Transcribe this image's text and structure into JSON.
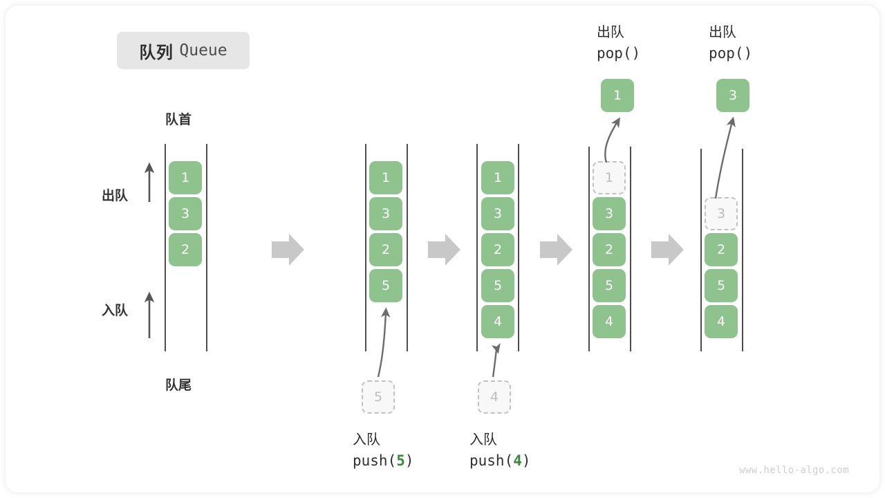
{
  "title": {
    "cn": "队列",
    "en": "Queue"
  },
  "labels": {
    "head": "队首",
    "tail": "队尾",
    "dequeue": "出队",
    "enqueue": "入队"
  },
  "watermark": "www.hello-algo.com",
  "colors": {
    "cell_fill": "#8ec38e",
    "cell_text": "#ffffff",
    "ghost_fill": "#f8f8f8",
    "ghost_border": "#c2c2c2",
    "ghost_text": "#bdbdbd",
    "rail": "#4d4d4d",
    "flow_arrow": "#c8c8c8",
    "accent_arg": "#3a8a3a",
    "badge_bg": "#e6e6e6",
    "text": "#2f2f2f"
  },
  "columns": [
    {
      "id": "initial",
      "cells": [
        "1",
        "3",
        "2"
      ],
      "ghost": null,
      "caption_cn": "",
      "caption_code": "",
      "popped": null
    },
    {
      "id": "push-5",
      "cells": [
        "1",
        "3",
        "2",
        "5"
      ],
      "ghost": {
        "value": "5",
        "position": "below"
      },
      "caption_cn": "入队",
      "caption_code": "push(",
      "caption_arg": "5",
      "caption_code_tail": ")",
      "popped": null
    },
    {
      "id": "push-4",
      "cells": [
        "1",
        "3",
        "2",
        "5",
        "4"
      ],
      "ghost": {
        "value": "4",
        "position": "below"
      },
      "caption_cn": "入队",
      "caption_code": "push(",
      "caption_arg": "4",
      "caption_code_tail": ")",
      "popped": null
    },
    {
      "id": "pop-1",
      "cells": [
        "3",
        "2",
        "5",
        "4"
      ],
      "ghost": {
        "value": "1",
        "position": "top"
      },
      "caption_cn": "出队",
      "caption_code": "pop()",
      "popped": "1"
    },
    {
      "id": "pop-3",
      "cells": [
        "2",
        "5",
        "4"
      ],
      "ghost": {
        "value": "3",
        "position": "top"
      },
      "caption_cn": "出队",
      "caption_code": "pop()",
      "popped": "3"
    }
  ],
  "flow_arrows": 4
}
